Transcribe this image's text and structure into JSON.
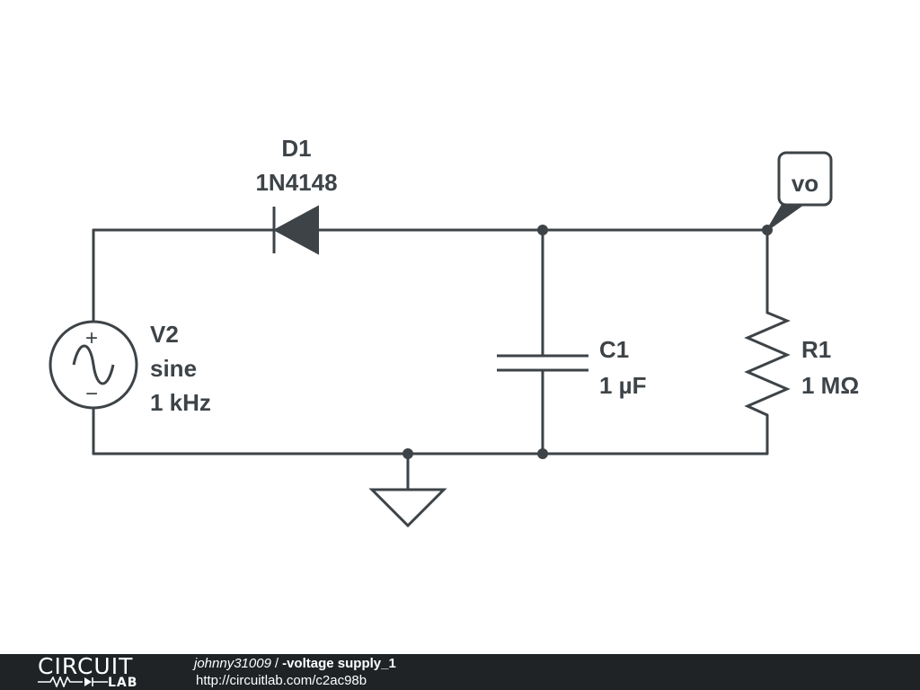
{
  "diagram": {
    "diode": {
      "ref": "D1",
      "value": "1N4148"
    },
    "source": {
      "ref": "V2",
      "type": "sine",
      "value": "1 kHz",
      "plus_sign": "+",
      "minus_sign": "−"
    },
    "capacitor": {
      "ref": "C1",
      "value": "1 µF"
    },
    "resistor": {
      "ref": "R1",
      "value": "1 MΩ"
    },
    "probe": {
      "label": "vo"
    }
  },
  "footer": {
    "brand_top": "CIRCUIT",
    "brand_bottom": "LAB",
    "author": "johnny31009",
    "separator": "/",
    "title": "-voltage supply_1",
    "url": "http://circuitlab.com/c2ac98b"
  },
  "colors": {
    "ink": "#3d4347",
    "footer_bg": "#1f2326",
    "background": "#ffffff"
  }
}
